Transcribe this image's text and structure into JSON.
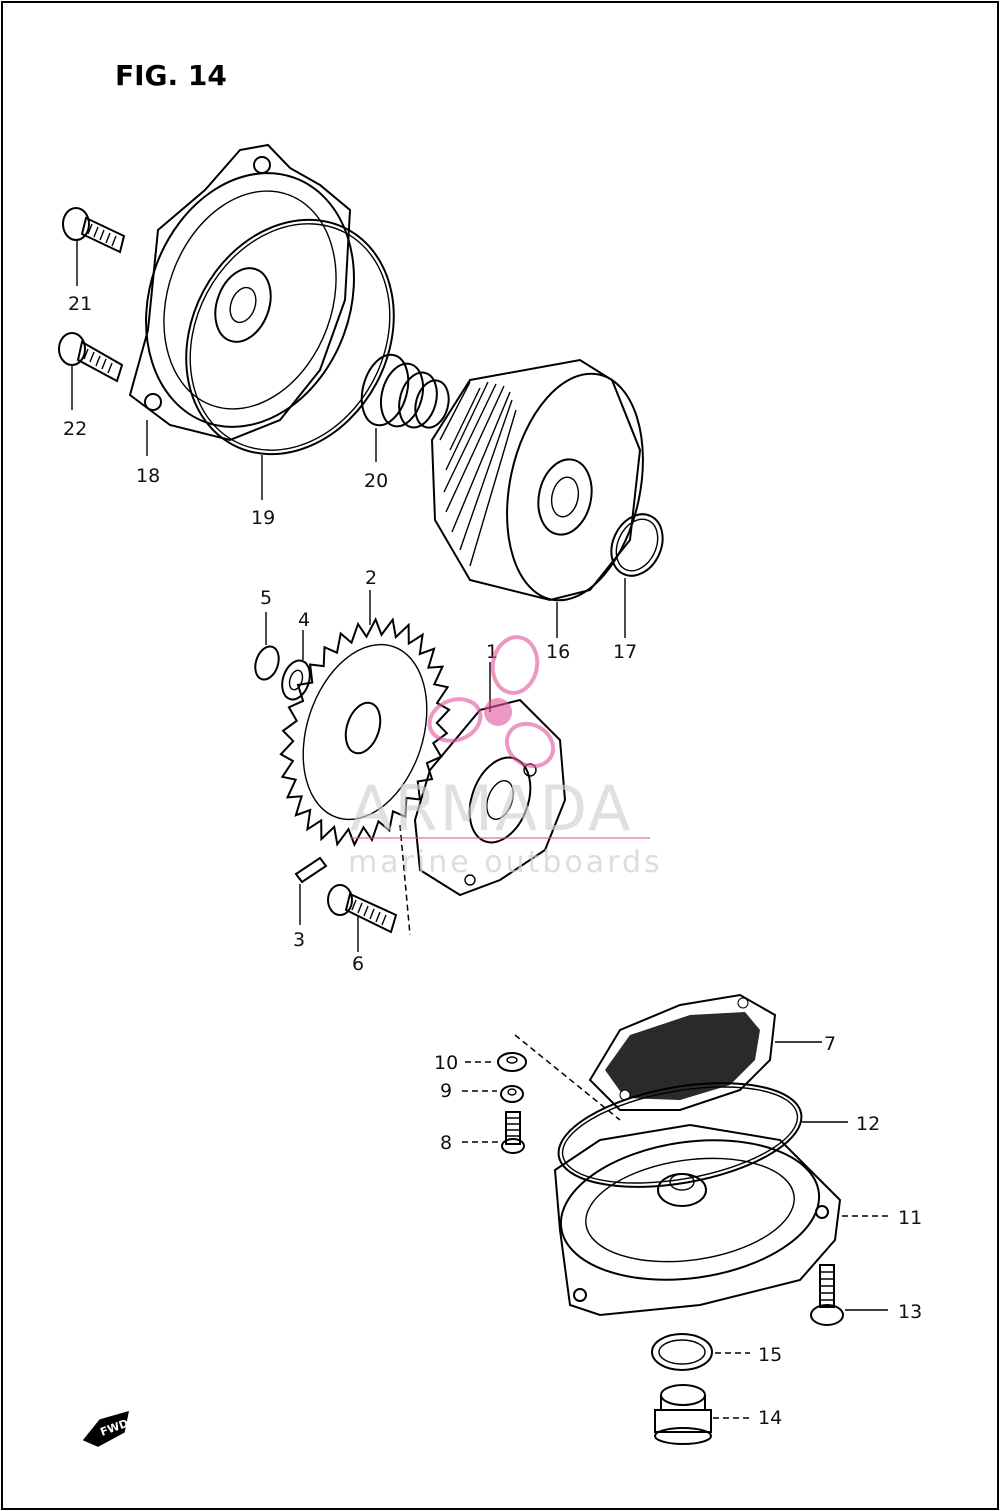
{
  "figure": {
    "title": "FIG. 14"
  },
  "parts": [
    {
      "num": "1"
    },
    {
      "num": "2"
    },
    {
      "num": "3"
    },
    {
      "num": "4"
    },
    {
      "num": "5"
    },
    {
      "num": "6"
    },
    {
      "num": "7"
    },
    {
      "num": "8"
    },
    {
      "num": "9"
    },
    {
      "num": "10"
    },
    {
      "num": "11"
    },
    {
      "num": "12"
    },
    {
      "num": "13"
    },
    {
      "num": "14"
    },
    {
      "num": "15"
    },
    {
      "num": "16"
    },
    {
      "num": "17"
    },
    {
      "num": "18"
    },
    {
      "num": "19"
    },
    {
      "num": "20"
    },
    {
      "num": "21"
    },
    {
      "num": "22"
    }
  ],
  "watermark": {
    "brand": "ARMADA",
    "tagline": "marine outboards",
    "color": "#e0559a"
  },
  "direction_marker": {
    "label": "FWD"
  }
}
